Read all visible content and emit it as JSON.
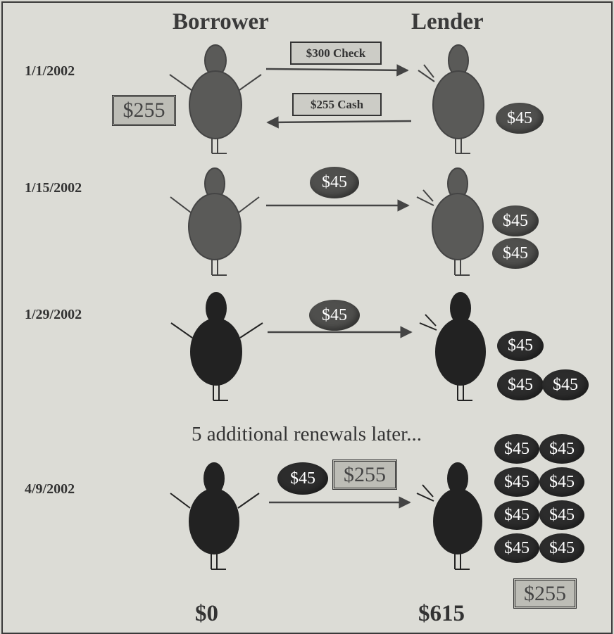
{
  "header": {
    "borrower": "Borrower",
    "lender": "Lender"
  },
  "colors": {
    "background": "#dcdcd6",
    "figure_mid": "#5a5a58",
    "figure_dark": "#222222",
    "coin_mid": "#4f4f4d",
    "coin_dark": "#2c2c2c"
  },
  "rows": [
    {
      "date": "1/1/2002",
      "transfers": [
        {
          "kind": "box",
          "text": "$300 Check",
          "direction": "to-lender"
        },
        {
          "kind": "box",
          "text": "$255 Cash",
          "direction": "to-borrower"
        }
      ],
      "borrower_holding": "$255",
      "lender_coins": [
        "$45"
      ]
    },
    {
      "date": "1/15/2002",
      "transfers": [
        {
          "kind": "coin",
          "text": "$45",
          "direction": "to-lender"
        }
      ],
      "lender_coins": [
        "$45",
        "$45"
      ]
    },
    {
      "date": "1/29/2002",
      "transfers": [
        {
          "kind": "coin",
          "text": "$45",
          "direction": "to-lender"
        }
      ],
      "lender_coins": [
        "$45",
        "$45",
        "$45"
      ]
    },
    {
      "date": "4/9/2002",
      "note": "5 additional renewals later...",
      "transfers": [
        {
          "kind": "coin",
          "text": "$45",
          "direction": "to-lender"
        },
        {
          "kind": "box",
          "text": "$255",
          "direction": "to-lender"
        }
      ],
      "lender_coins": [
        "$45",
        "$45",
        "$45",
        "$45",
        "$45",
        "$45",
        "$45",
        "$45"
      ],
      "lender_box": "$255"
    }
  ],
  "totals": {
    "borrower": "$0",
    "lender": "$615"
  }
}
